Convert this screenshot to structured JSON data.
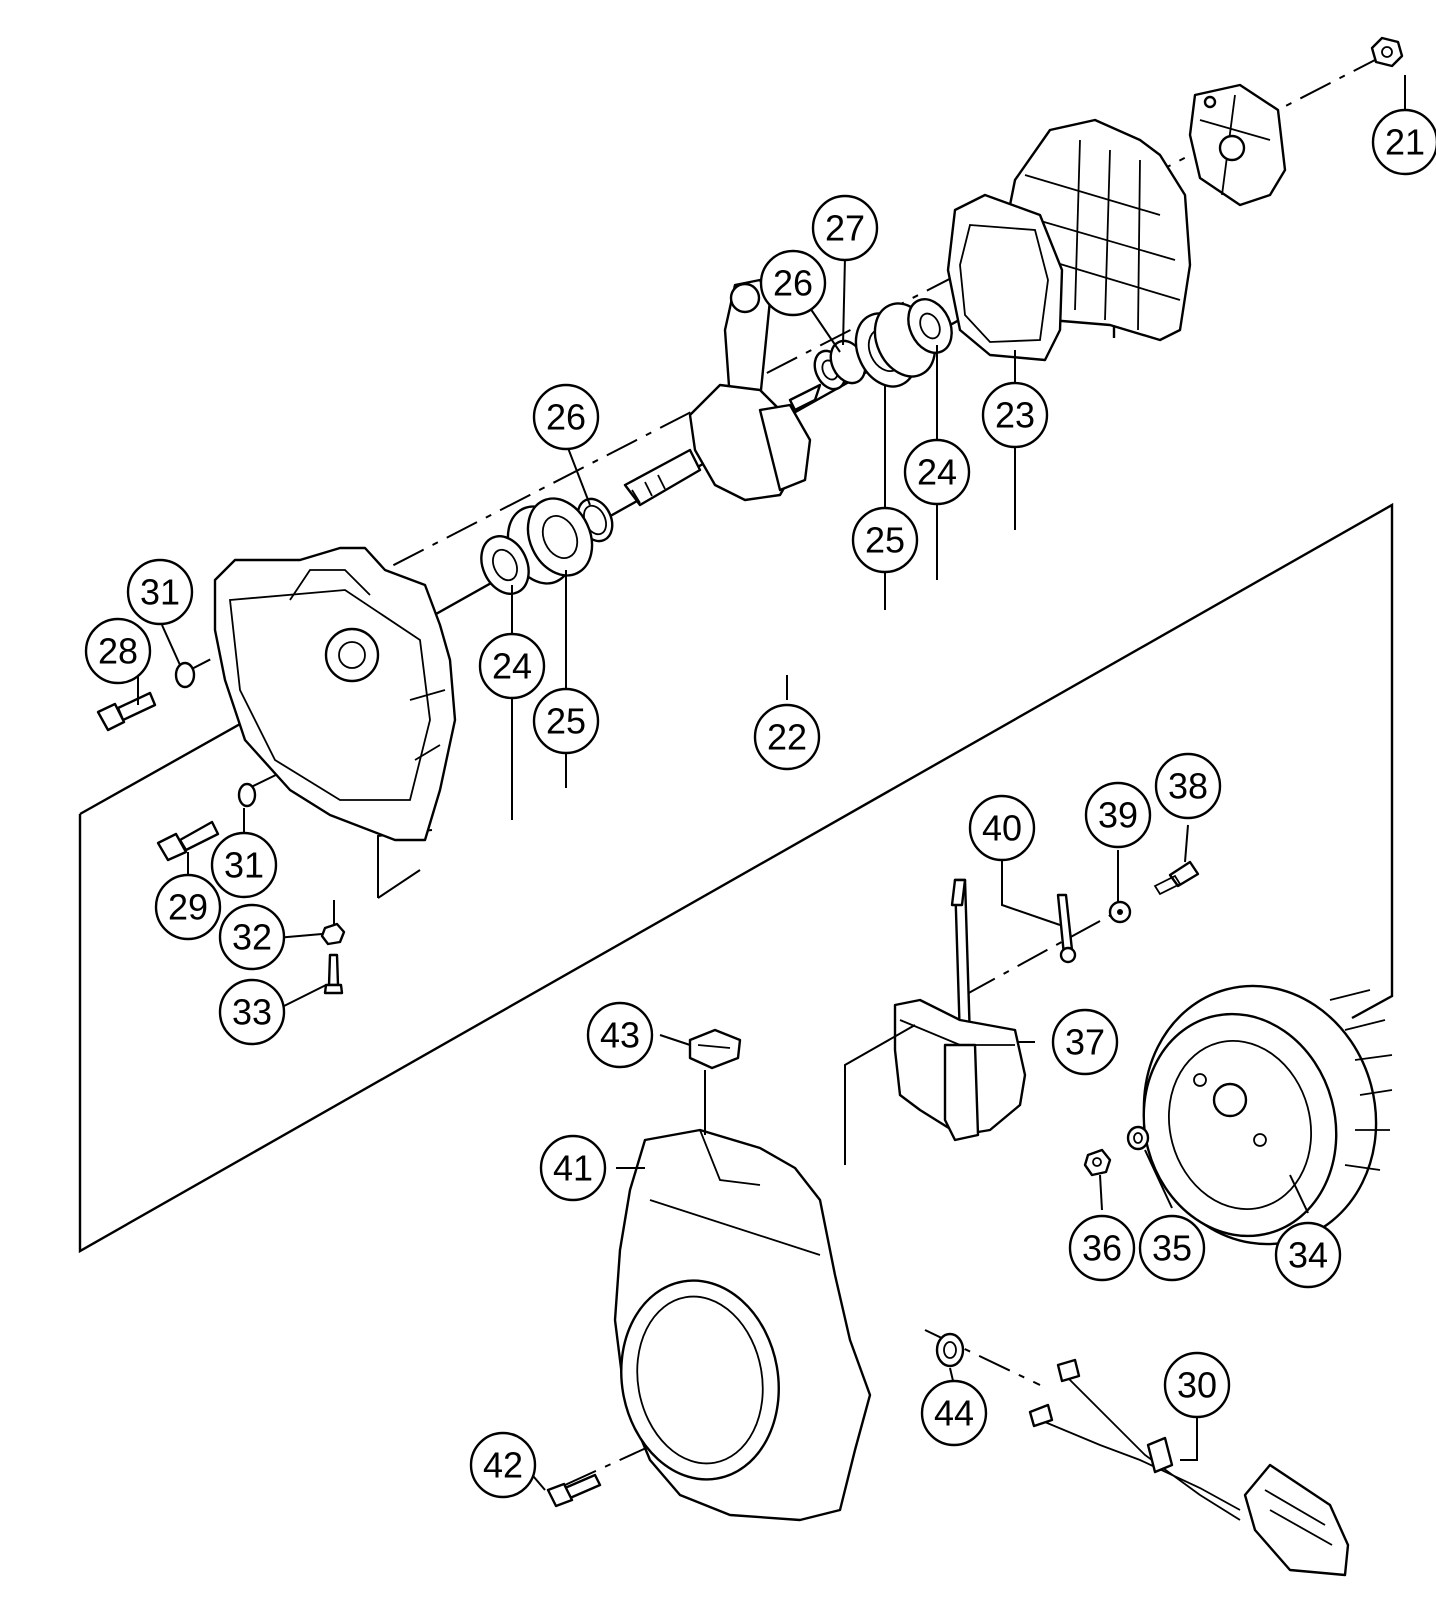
{
  "callouts": [
    {
      "id": "c21",
      "label": "21",
      "part": "nut"
    },
    {
      "id": "c27",
      "label": "27",
      "part": "washer"
    },
    {
      "id": "c26a",
      "label": "26",
      "part": "oil-seal"
    },
    {
      "id": "c26b",
      "label": "26",
      "part": "oil-seal"
    },
    {
      "id": "c23",
      "label": "23",
      "part": "gasket"
    },
    {
      "id": "c24a",
      "label": "24",
      "part": "bearing-ring"
    },
    {
      "id": "c25a",
      "label": "25",
      "part": "ball-bearing"
    },
    {
      "id": "c31a",
      "label": "31",
      "part": "washer"
    },
    {
      "id": "c28",
      "label": "28",
      "part": "bolt"
    },
    {
      "id": "c24b",
      "label": "24",
      "part": "bearing-ring"
    },
    {
      "id": "c25b",
      "label": "25",
      "part": "ball-bearing"
    },
    {
      "id": "c22",
      "label": "22",
      "part": "crankcase-set"
    },
    {
      "id": "c38",
      "label": "38",
      "part": "screw"
    },
    {
      "id": "c40",
      "label": "40",
      "part": "spring"
    },
    {
      "id": "c39",
      "label": "39",
      "part": "washer"
    },
    {
      "id": "c31b",
      "label": "31",
      "part": "washer"
    },
    {
      "id": "c29",
      "label": "29",
      "part": "bolt"
    },
    {
      "id": "c32",
      "label": "32",
      "part": "nut"
    },
    {
      "id": "c33",
      "label": "33",
      "part": "stud"
    },
    {
      "id": "c43",
      "label": "43",
      "part": "grommet"
    },
    {
      "id": "c37",
      "label": "37",
      "part": "ignition-coil"
    },
    {
      "id": "c41",
      "label": "41",
      "part": "fan-cover"
    },
    {
      "id": "c36",
      "label": "36",
      "part": "nut"
    },
    {
      "id": "c35",
      "label": "35",
      "part": "washer"
    },
    {
      "id": "c34",
      "label": "34",
      "part": "flywheel"
    },
    {
      "id": "c30",
      "label": "30",
      "part": "wire-harness"
    },
    {
      "id": "c44",
      "label": "44",
      "part": "grommet"
    },
    {
      "id": "c42",
      "label": "42",
      "part": "bolt"
    }
  ]
}
